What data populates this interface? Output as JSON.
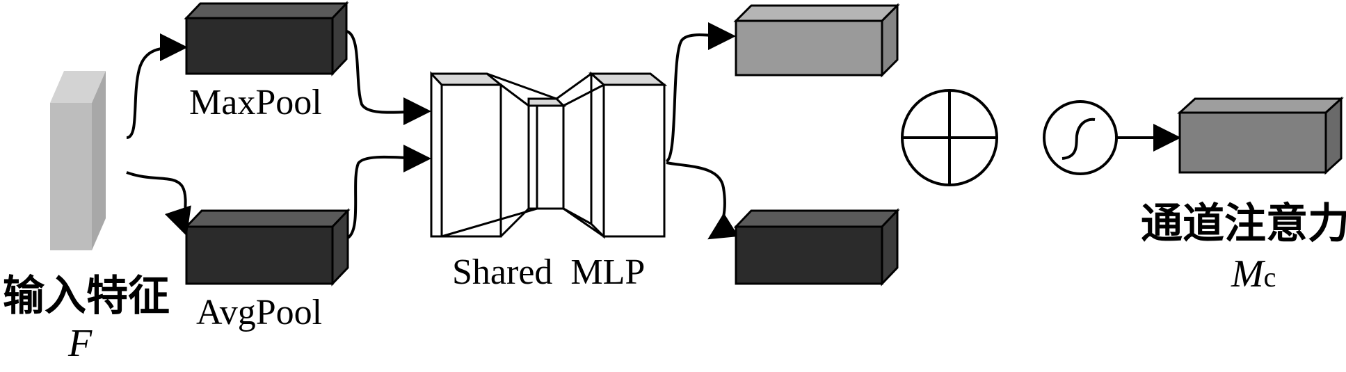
{
  "labels": {
    "input_feature": "输入特征",
    "input_symbol": "F",
    "maxpool": "MaxPool",
    "avgpool": "AvgPool",
    "shared_mlp": "Shared  MLP",
    "channel_attention": "通道注意力",
    "output_symbol_main": "M",
    "output_symbol_sub": "c"
  },
  "colors": {
    "input_block": "#b8b8b8",
    "pool_block": "#2b2b2b",
    "mlp_out_top": "#9a9a9a",
    "mlp_out_bottom": "#2b2b2b",
    "output_block": "#808080",
    "stroke": "#000000"
  }
}
